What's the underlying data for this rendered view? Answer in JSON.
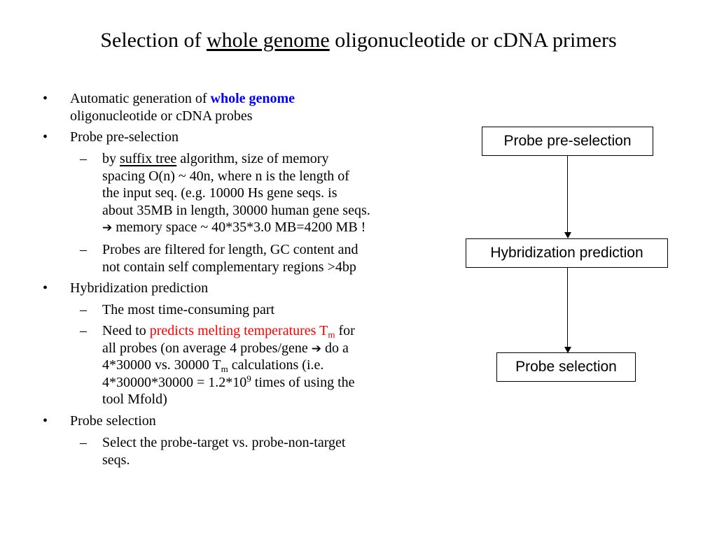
{
  "slide": {
    "title": {
      "part1": "Selection of ",
      "underlined": "whole genome",
      "part2": " oligonucleotide or cDNA primers"
    },
    "bullet_marker": "•",
    "sub_marker": "–",
    "bullets": {
      "auto": {
        "pre": "Automatic generation of ",
        "highlight": "whole genome",
        "line2": "oligonucleotide or cDNA probes"
      },
      "preselection": {
        "label": "Probe pre-selection",
        "suffix": {
          "l1_pre": "by ",
          "l1_u": "suffix tree",
          "l1_post": " algorithm, size of memory",
          "l2": "spacing O(n) ~ 40n, where n is the length of",
          "l3": "the input seq. (e.g. 10000 Hs gene seqs. is",
          "l4": "about 35MB in length, 30000 human gene seqs.",
          "arrow": "➔",
          "l5": " memory space ~ 40*35*3.0 MB=4200 MB !"
        },
        "filter": {
          "l1": "Probes are filtered for length, GC content and",
          "l2": "not contain self complementary regions >4bp"
        }
      },
      "hybridization": {
        "label": "Hybridization prediction",
        "time": "The most time-consuming part",
        "predict": {
          "l1_pre": "Need to ",
          "l1_red": "predicts melting temperatures T",
          "l1_sub": "m",
          "l1_post": " for",
          "l2_pre": "all probes (on average 4 probes/gene ",
          "arrow": "➔",
          "l2_post": " do a",
          "l3_pre": "4*30000 vs. 30000 T",
          "l3_sub": "m",
          "l3_post": " calculations (i.e.",
          "l4_pre": "4*30000*30000 = 1.2*10",
          "l4_sup": "9",
          "l4_post": " times of using the",
          "l5": "tool Mfold)"
        }
      },
      "selection": {
        "label": "Probe selection",
        "detail": {
          "l1": "Select the probe-target vs. probe-non-target",
          "l2": "seqs."
        }
      }
    },
    "flowchart": {
      "steps": [
        "Probe pre-selection",
        "Hybridization prediction",
        "Probe selection"
      ]
    }
  }
}
